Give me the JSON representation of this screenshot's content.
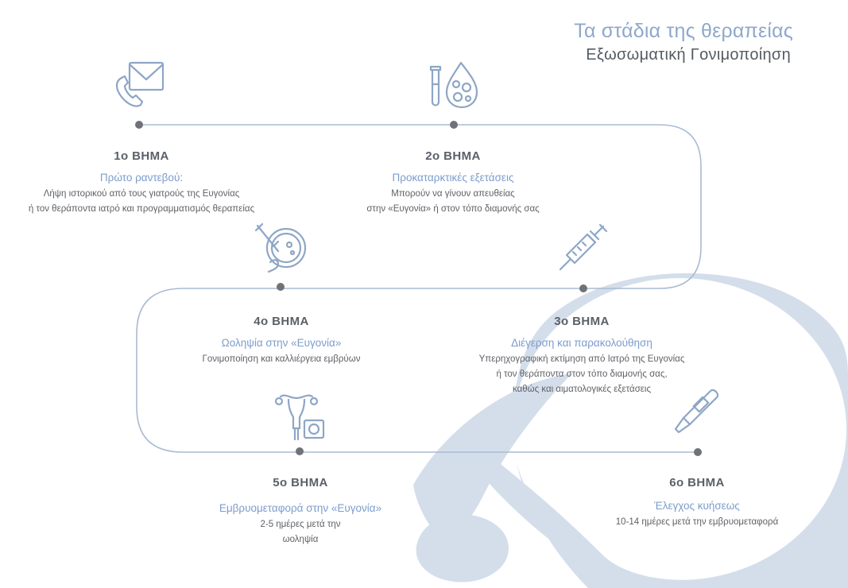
{
  "title": {
    "line1": "Τα στάδια της θεραπείας",
    "line2": "Εξωσωματική Γονιμοποίηση"
  },
  "colors": {
    "accent": "#7c9ccc",
    "path_line": "#a8bbd2",
    "dot": "#6f7378",
    "logo": "#d4deeb",
    "icon": "#8ea6c6"
  },
  "steps": [
    {
      "label": "1ο ΒΗΜΑ",
      "heading": "Πρώτο ραντεβού:",
      "lines": [
        "Λήψη ιστορικού από τους γιατρούς της Ευγονίας",
        "ή τον θεράποντα ιατρό και προγραμματισμός θεραπείας"
      ],
      "icon": "phone-envelope-icon"
    },
    {
      "label": "2ο ΒΗΜΑ",
      "heading": "Προκαταρκτικές εξετάσεις",
      "lines": [
        "Μπορούν να γίνουν απευθείας",
        "στην «Ευγονία» ή στον τόπο διαμονής σας"
      ],
      "icon": "blood-test-icon"
    },
    {
      "label": "3ο ΒΗΜΑ",
      "heading": "Διέγερση και παρακολούθηση",
      "lines": [
        "Υπερηχογραφική εκτίμηση από Ιατρό της Ευγονίας",
        "ή τον θεράποντα στον τόπο διαμονής σας,",
        "καθώς και αιματολογικές εξετάσεις"
      ],
      "icon": "syringe-icon"
    },
    {
      "label": "4ο ΒΗΜΑ",
      "heading": "Ωοληψία στην «Ευγονία»",
      "lines": [
        "Γονιμοποίηση και καλλιέργεια εμβρύων"
      ],
      "icon": "petri-dish-icon"
    },
    {
      "label": "5ο ΒΗΜΑ",
      "heading": "Εμβρυομεταφορά στην «Ευγονία»",
      "lines": [
        "2-5 ημέρες μετά την",
        "ωοληψία"
      ],
      "icon": "uterus-transfer-icon"
    },
    {
      "label": "6ο ΒΗΜΑ",
      "heading": "Έλεγχος κυήσεως",
      "lines": [
        "10-14 ημέρες μετά την εμβρυομεταφορά"
      ],
      "icon": "thermometer-icon"
    }
  ]
}
